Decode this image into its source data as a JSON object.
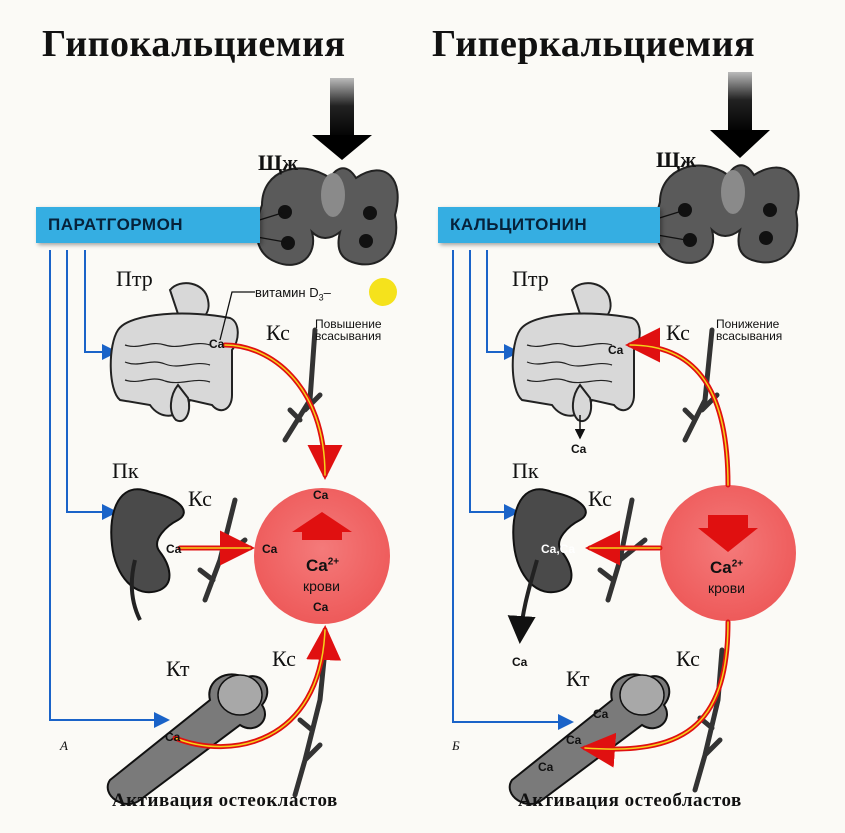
{
  "panels": {
    "left": {
      "title": "Гипокальциемия",
      "hormone": "ПАРАТГОРМОН",
      "gland": "Щж",
      "intestine": "Птр",
      "vitamin_prefix": "витамин D",
      "vitamin_sub": "3",
      "vitamin_suffix": "–",
      "absorption_line1": "Повышение",
      "absorption_line2": "всасывания",
      "kidney": "Пк",
      "bone": "Кт",
      "vessel": "Кс",
      "ca": "Ca",
      "ca_blood": "Ca",
      "ca_sup": "2+",
      "blood": "крови",
      "letter": "А",
      "caption": "Активация остеокластов"
    },
    "right": {
      "title": "Гиперкальциемия",
      "hormone": "КАЛЬЦИТОНИН",
      "gland": "Щж",
      "intestine": "Птр",
      "absorption_line1": "Понижение",
      "absorption_line2": "всасывания",
      "kidney": "Пк",
      "bone": "Кт",
      "vessel": "Кс",
      "ca": "Ca",
      "ca_kidney": "Ca,Ca",
      "ca_blood": "Ca",
      "ca_sup": "2+",
      "blood": "крови",
      "letter": "Б",
      "caption": "Активация остеобластов"
    }
  },
  "colors": {
    "hormone_box": "#35aee2",
    "blue_arrow": "#1a63c8",
    "red_arrow": "#e01010",
    "yellow_line": "#f4d21a",
    "vitamin_dot": "#f5e21c",
    "blood_circle": "#f06a6a"
  }
}
